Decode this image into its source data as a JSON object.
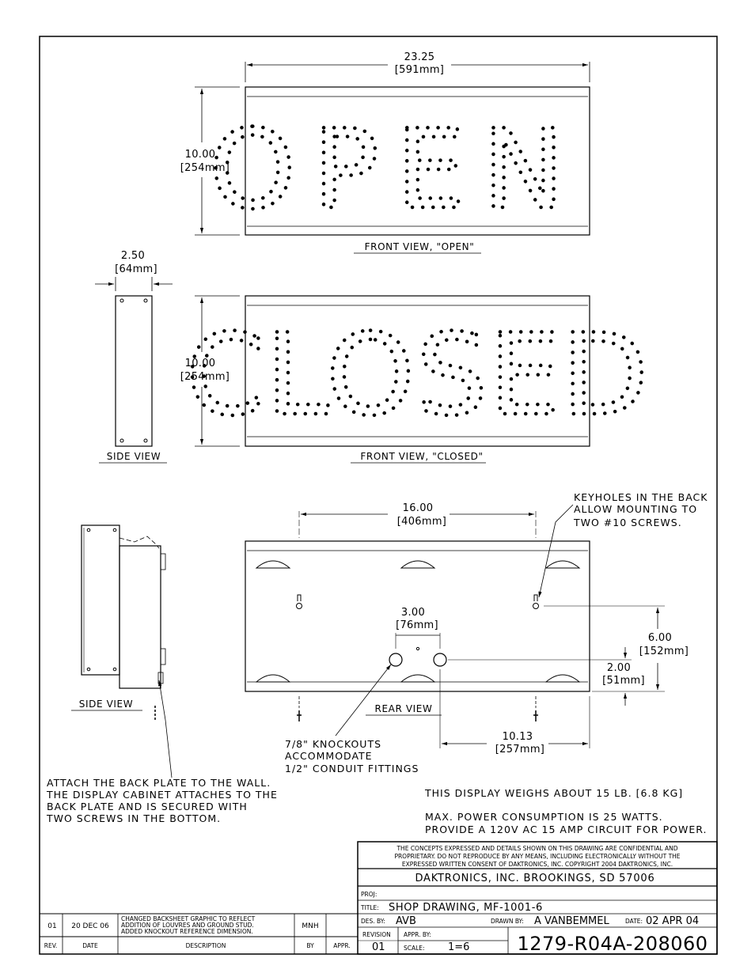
{
  "views": {
    "front_open": {
      "sign_text": "OPEN",
      "width": "23.25",
      "width_mm": "[591mm]",
      "height": "10.00",
      "height_mm": "[254mm]",
      "label": "FRONT VIEW, \"OPEN\""
    },
    "front_closed": {
      "sign_text": "CLOSED",
      "height": "10.00",
      "height_mm": "[254mm]",
      "label": "FRONT VIEW, \"CLOSED\""
    },
    "side_top": {
      "width": "2.50",
      "width_mm": "[64mm]",
      "label": "SIDE VIEW"
    },
    "side_bottom": {
      "label": "SIDE VIEW"
    },
    "rear": {
      "label": "REAR VIEW",
      "keyhole_spacing": "16.00",
      "keyhole_spacing_mm": "[406mm]",
      "knockout_spacing": "3.00",
      "knockout_spacing_mm": "[76mm]",
      "keyhole_height": "6.00",
      "keyhole_height_mm": "[152mm]",
      "knockout_height": "2.00",
      "knockout_height_mm": "[51mm]",
      "knockout_offset": "10.13",
      "knockout_offset_mm": "[257mm]"
    }
  },
  "notes": {
    "keyholes": [
      "KEYHOLES IN THE BACK",
      "ALLOW MOUNTING TO",
      "TWO #10 SCREWS."
    ],
    "knockouts": [
      "7/8\" KNOCKOUTS",
      "ACCOMMODATE",
      "1/2\" CONDUIT FITTINGS"
    ],
    "attach": [
      "ATTACH THE BACK PLATE TO THE WALL.",
      "THE DISPLAY CABINET ATTACHES TO THE",
      "BACK PLATE AND IS SECURED WITH",
      "TWO SCREWS IN THE BOTTOM."
    ],
    "weight": "THIS DISPLAY WEIGHS ABOUT 15 LB. [6.8 KG]",
    "power": [
      "MAX. POWER CONSUMPTION IS 25 WATTS.",
      "PROVIDE A 120V AC 15 AMP CIRCUIT FOR POWER."
    ]
  },
  "title_block": {
    "confidential": [
      "THE CONCEPTS  EXPRESSED  AND  DETAILS SHOWN ON THIS DRAWING ARE CONFIDENTIAL AND",
      "PROPRIETARY.  DO NOT REPRODUCE BY ANY MEANS, INCLUDING ELECTRONICALLY WITHOUT THE",
      "EXPRESSED WRITTEN CONSENT OF DAKTRONICS, INC.          COPYRIGHT 2004 DAKTRONICS, INC."
    ],
    "company": "DAKTRONICS, INC.   BROOKINGS, SD 57006",
    "proj_label": "PROJ:",
    "title_label": "TITLE:",
    "title": "SHOP DRAWING, MF-1001-6",
    "des_label": "DES. BY:",
    "des_by": "AVB",
    "drawn_label": "DRAWN BY:",
    "drawn_by": "A VANBEMMEL",
    "date_label": "DATE:",
    "date": "02 APR 04",
    "revision_label": "REVISION",
    "revision": "01",
    "appr_label": "APPR. BY:",
    "scale_label": "SCALE:",
    "scale": "1=6",
    "drawing_number": "1279-R04A-208060"
  },
  "revisions": {
    "headers": {
      "rev": "REV.",
      "date": "DATE",
      "description": "DESCRIPTION",
      "by": "BY",
      "appr": "APPR."
    },
    "rows": [
      {
        "rev": "01",
        "date": "20 DEC 06",
        "description": [
          "CHANGED BACKSHEET GRAPHIC TO REFLECT",
          "ADDITION OF LOUVRES AND GROUND STUD.",
          "ADDED KNOCKOUT REFERENCE DIMENSION."
        ],
        "by": "MNH",
        "appr": ""
      }
    ]
  }
}
